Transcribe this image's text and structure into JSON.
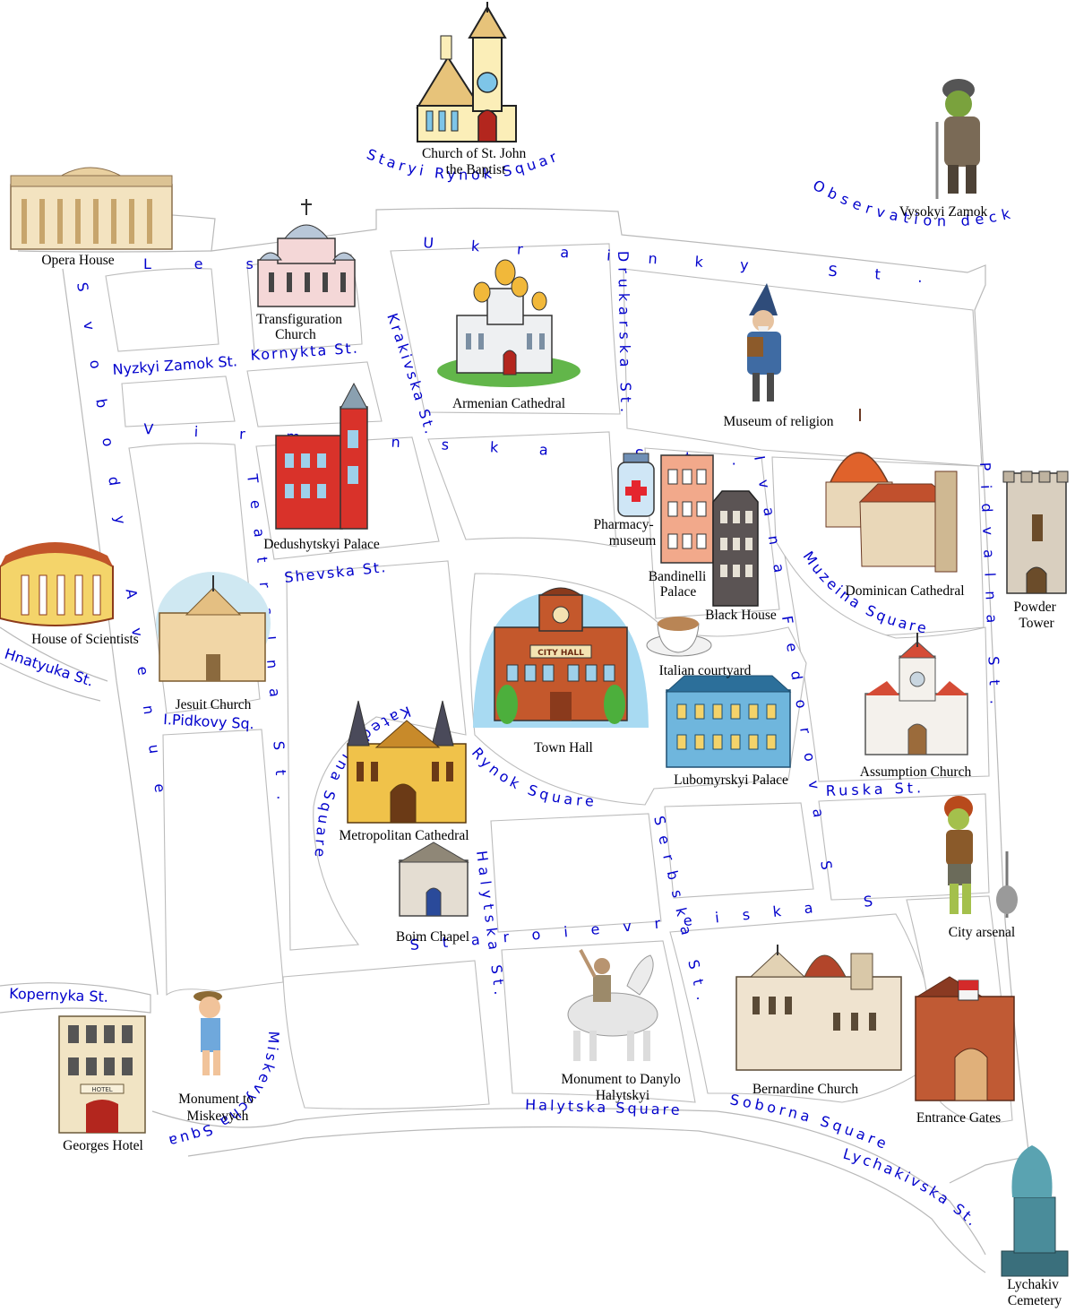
{
  "colors": {
    "street_label": "#0000cc",
    "place_label": "#000000",
    "road_line": "#b9b9b9"
  },
  "streets": {
    "staryi_rynok": "Staryi Rynok Square",
    "observation": "Observation deck",
    "ukrainky": "Ukrainky St.",
    "lesi": "Lesi",
    "svobody": "Svobody Avenue",
    "nyzkyi": "Nyzkyi Zamok St.",
    "kornyakta": "Kornykta St.",
    "krakivska": "Krakivska St.",
    "drukarska": "Drukarska St.",
    "virmenska": "Virmenska St.",
    "teatralna": "Teatralna St.",
    "shevska": "Shevska St.",
    "ivana_fedorova": "Ivana Fedorova St.",
    "muzeina": "Muzeina Square",
    "pidvalna": "Pidvalna St.",
    "hnatyuka": "Hnatyuka St.",
    "pidkovy": "I.Pidkovy Sq.",
    "katedralna": "Katedralna Square",
    "rynok": "Rynok Square",
    "ruska": "Ruska St.",
    "halytska": "Halytska St.",
    "serbska": "Serbska St.",
    "staroievreiska": "Staroievreiska St.",
    "kopernyka": "Kopernyka St.",
    "miskevycha": "Miskevycha Square",
    "halytska_sq": "Halytska Square",
    "soborna": "Soborna Square",
    "lychakivska": "Lychakivska St."
  },
  "places": {
    "st_john": [
      "Church of St. John",
      "the Baptist"
    ],
    "opera": "Opera House",
    "transfiguration": [
      "Transfiguration",
      "Church"
    ],
    "armenian": "Armenian Cathedral",
    "vysokyi": "Vysokyi Zamok",
    "museum_religion": "Museum of religion",
    "dedushytskyi": "Dedushytskyi Palace",
    "pharmacy": [
      "Pharmacy-",
      "museum"
    ],
    "bandinelli": [
      "Bandinelli",
      "Palace"
    ],
    "black_house": "Black House",
    "dominican": "Dominican Cathedral",
    "powder": [
      "Powder",
      "Tower"
    ],
    "scientists": "House of Scientists",
    "jesuit": "Jesuit Church",
    "town_hall": "Town Hall",
    "italian": "Italian courtyard",
    "lubomyrskyi": "Lubomyrskyi Palace",
    "assumption": "Assumption Church",
    "metropolitan": "Metropolitan Cathedral",
    "boim": "Boim Chapel",
    "city_arsenal": "City arsenal",
    "miskevych": [
      "Monument to",
      "Miskevych"
    ],
    "danylo": [
      "Monument to Danylo",
      "Halytskyi"
    ],
    "bernardine": "Bernardine Church",
    "entrance": "Entrance Gates",
    "georges": "Georges Hotel",
    "lychakiv": [
      "Lychakiv",
      "Cemetery"
    ]
  },
  "signs": {
    "city_hall": "CITY HALL",
    "hotel": "HOTEL"
  }
}
